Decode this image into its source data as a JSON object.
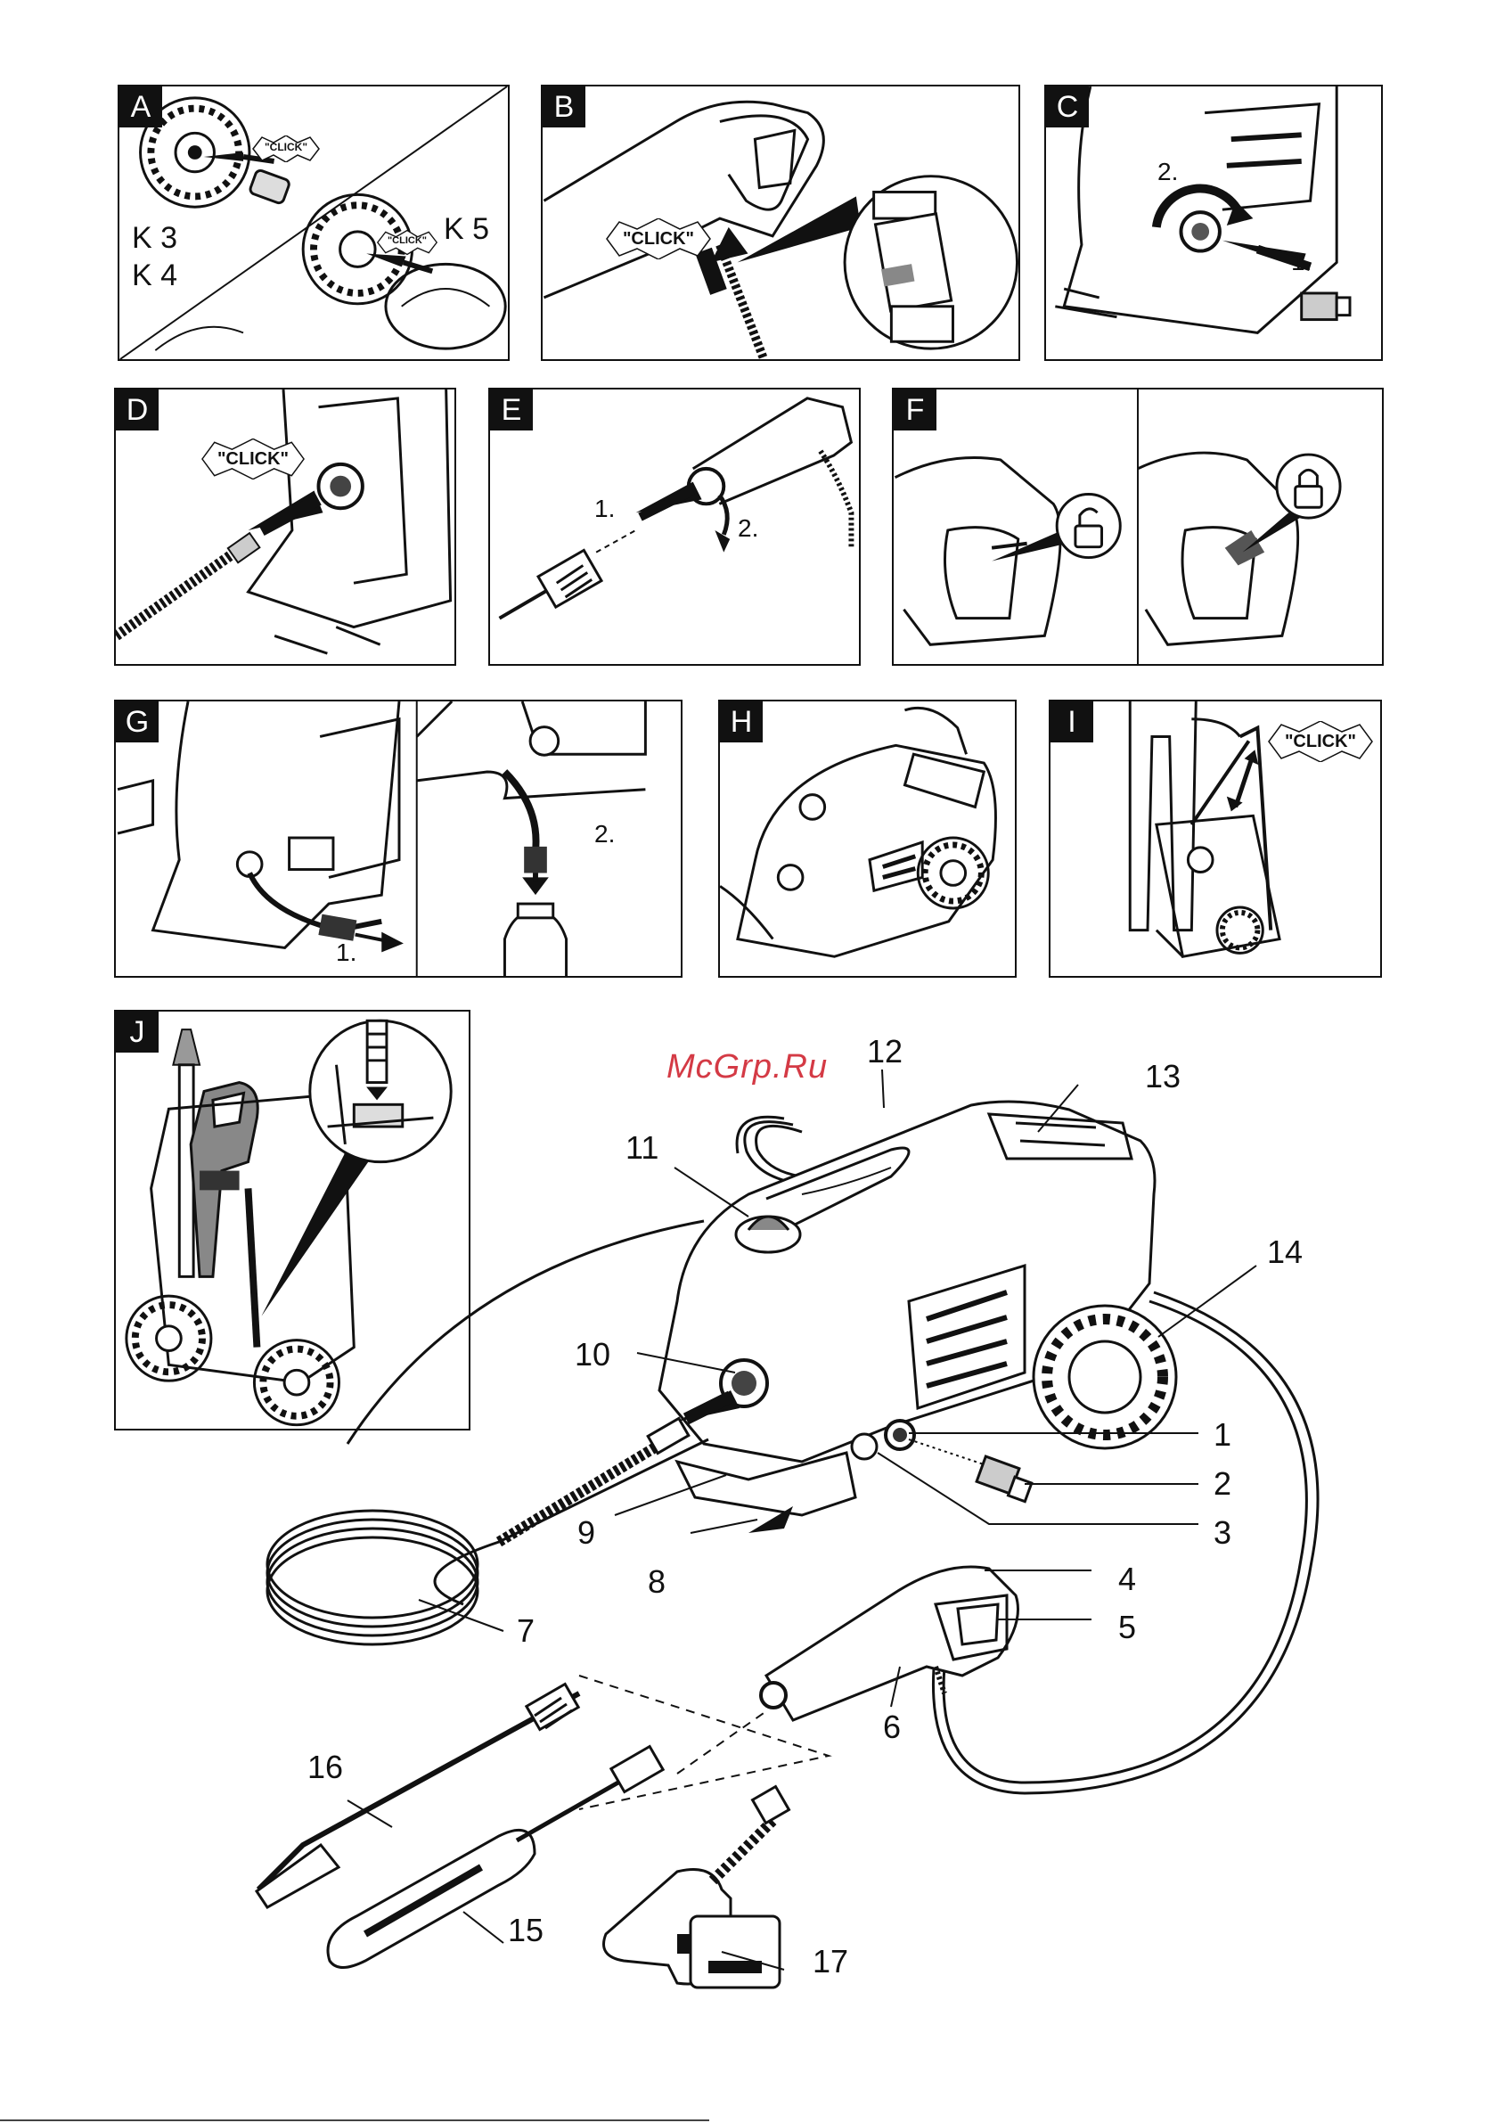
{
  "panels": {
    "A": {
      "tag": "A",
      "click": "\"CLICK\"",
      "click2": "\"CLICK\"",
      "model1": "K 3",
      "model2": "K 4",
      "model3": "K 5"
    },
    "B": {
      "tag": "B",
      "click": "\"CLICK\""
    },
    "C": {
      "tag": "C",
      "step1": "1.",
      "step2": "2."
    },
    "D": {
      "tag": "D",
      "click": "\"CLICK\""
    },
    "E": {
      "tag": "E",
      "step1": "1.",
      "step2": "2."
    },
    "F": {
      "tag": "F"
    },
    "G": {
      "tag": "G",
      "step1": "1.",
      "step2": "2."
    },
    "H": {
      "tag": "H"
    },
    "I": {
      "tag": "I",
      "click": "\"CLICK\""
    },
    "J": {
      "tag": "J"
    }
  },
  "watermark": "McGrp.Ru",
  "callouts": [
    "1",
    "2",
    "3",
    "4",
    "5",
    "6",
    "7",
    "8",
    "9",
    "10",
    "11",
    "12",
    "13",
    "14",
    "15",
    "16",
    "17"
  ],
  "colors": {
    "line": "#111111",
    "watermark": "#d43a45",
    "fill_dark": "#444444",
    "fill_mid": "#9a9a9a"
  }
}
